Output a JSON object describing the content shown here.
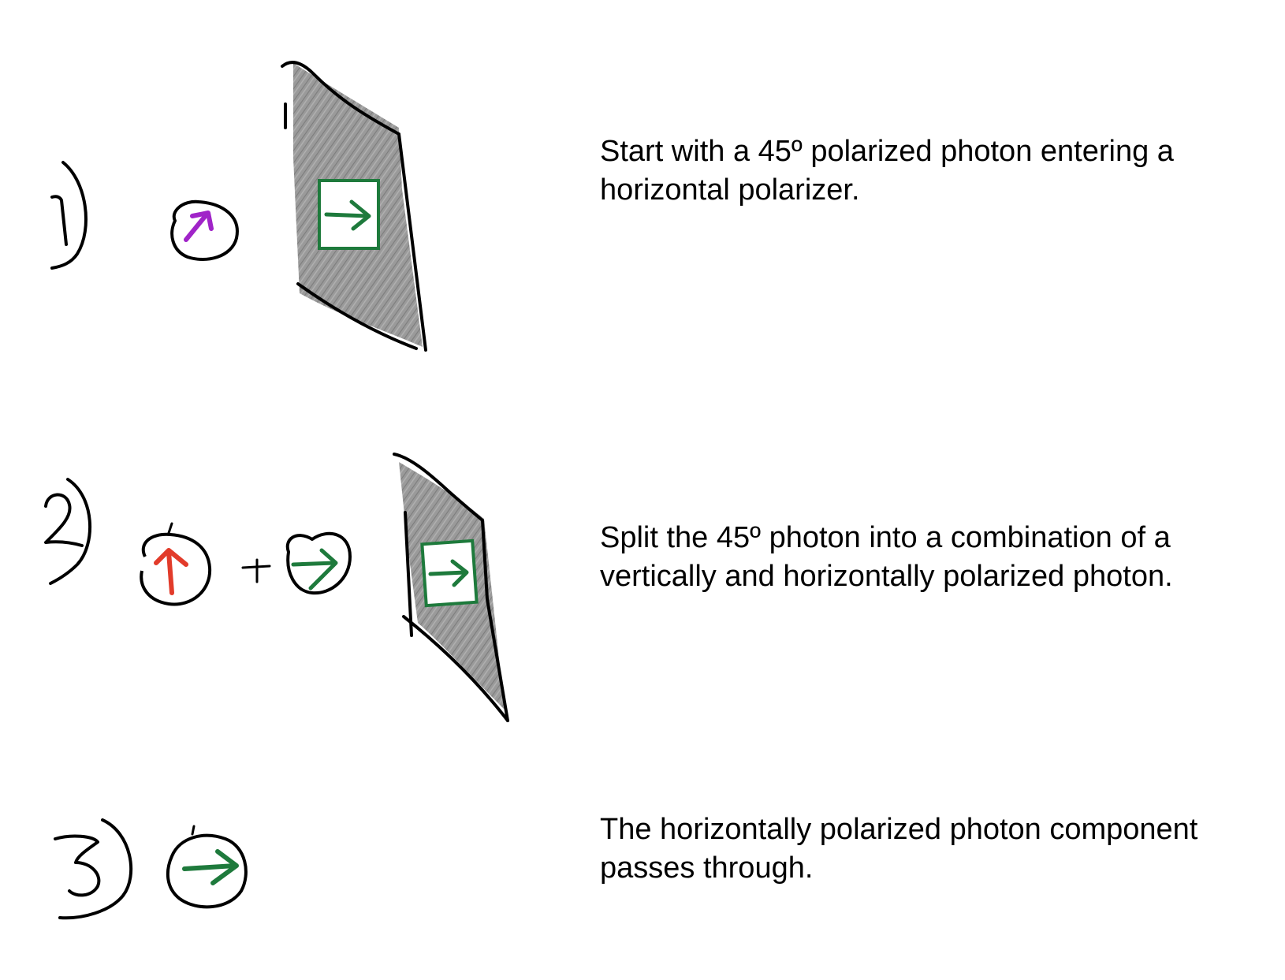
{
  "steps": [
    {
      "number": "1",
      "caption_lines": [
        "Start with a 45º polarized photon entering a",
        "horizontal polarizer."
      ]
    },
    {
      "number": "2",
      "caption_lines": [
        "Split the 45º photon into a combination of a",
        "vertically and horizontally polarized photon."
      ]
    },
    {
      "number": "3",
      "caption_lines": [
        "The horizontally polarized photon component",
        "passes through."
      ]
    }
  ],
  "operator": "+",
  "colors": {
    "ink": "#000000",
    "polarizer_fill": "#9a9a9a",
    "polarizer_window": "#ffffff",
    "horizontal_arrow": "#1e7a3c",
    "vertical_arrow": "#e23b2a",
    "diagonal_arrow": "#a024c8"
  }
}
